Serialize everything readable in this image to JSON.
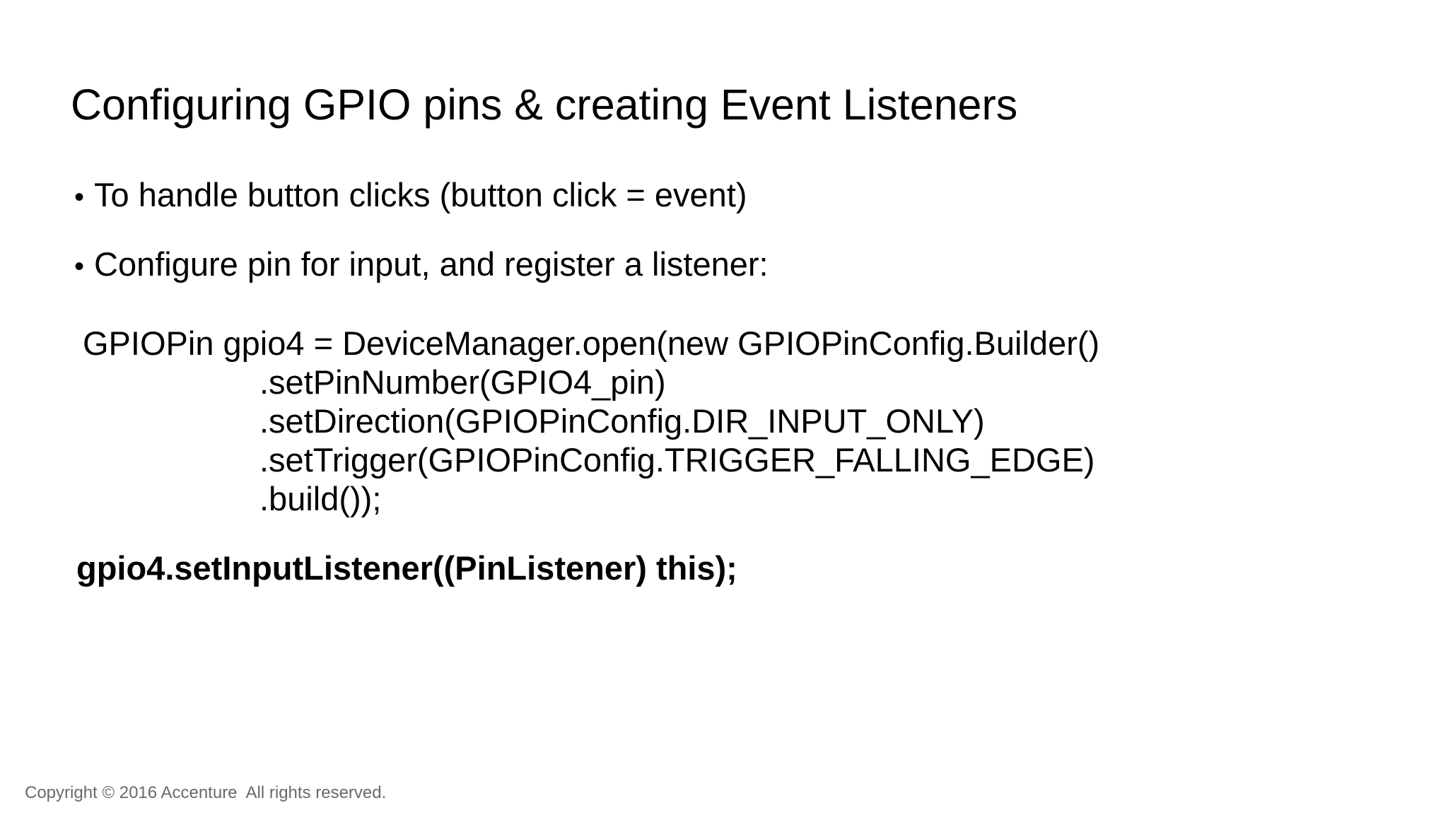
{
  "slide": {
    "title": "Configuring GPIO pins & creating Event Listeners",
    "bullets": [
      {
        "marker": "•",
        "text": "To handle button clicks (button click = event)"
      },
      {
        "marker": "•",
        "text": "Configure pin for input, and register a listener:"
      }
    ],
    "code": {
      "lines": [
        {
          "text": "GPIOPin gpio4 = DeviceManager.open(new GPIOPinConfig.Builder()"
        },
        {
          "text": ".setPinNumber(GPIO4_pin)"
        },
        {
          "text": ".setDirection(GPIOPinConfig.DIR_INPUT_ONLY)"
        },
        {
          "text": ".setTrigger(GPIOPinConfig.TRIGGER_FALLING_EDGE)"
        },
        {
          "text": ".build());"
        }
      ]
    },
    "statement": "gpio4.setInputListener((PinListener) this);",
    "footer": "Copyright © 2016 Accenture  All rights reserved.",
    "colors": {
      "background": "#ffffff",
      "text": "#000000",
      "footer_text": "#6a6a6a"
    }
  }
}
